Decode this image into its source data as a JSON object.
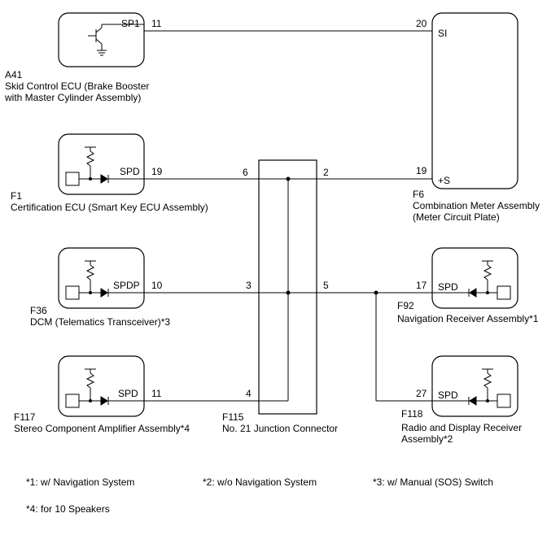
{
  "components": {
    "a41": {
      "code": "A41",
      "name_line1": "Skid Control ECU (Brake Booster",
      "name_line2": "with Master Cylinder Assembly)",
      "terminal": "SP1",
      "pin": "11"
    },
    "f6": {
      "code": "F6",
      "name_line1": "Combination Meter Assembly",
      "name_line2": "(Meter Circuit Plate)",
      "terminal_si": "SI",
      "pin_si": "20",
      "terminal_s": "+S",
      "pin_s": "19"
    },
    "f1": {
      "code": "F1",
      "name": "Certification ECU (Smart Key ECU Assembly)",
      "terminal": "SPD",
      "pin": "19"
    },
    "f36": {
      "code": "F36",
      "name": "DCM (Telematics Transceiver)*3",
      "terminal": "SPDP",
      "pin": "10"
    },
    "f117": {
      "code": "F117",
      "name": "Stereo Component Amplifier Assembly*4",
      "terminal": "SPD",
      "pin": "11"
    },
    "f115": {
      "code": "F115",
      "name": "No. 21 Junction Connector",
      "pin_6": "6",
      "pin_2": "2",
      "pin_3": "3",
      "pin_5": "5",
      "pin_4": "4"
    },
    "f92": {
      "code": "F92",
      "name": "Navigation Receiver Assembly*1",
      "terminal": "SPD",
      "pin": "17"
    },
    "f118": {
      "code": "F118",
      "name_line1": "Radio and Display Receiver",
      "name_line2": "Assembly*2",
      "terminal": "SPD",
      "pin": "27"
    }
  },
  "footnotes": {
    "n1": "*1: w/ Navigation System",
    "n2": "*2: w/o Navigation System",
    "n3": "*3: w/ Manual (SOS) Switch",
    "n4": "*4: for 10 Speakers"
  }
}
